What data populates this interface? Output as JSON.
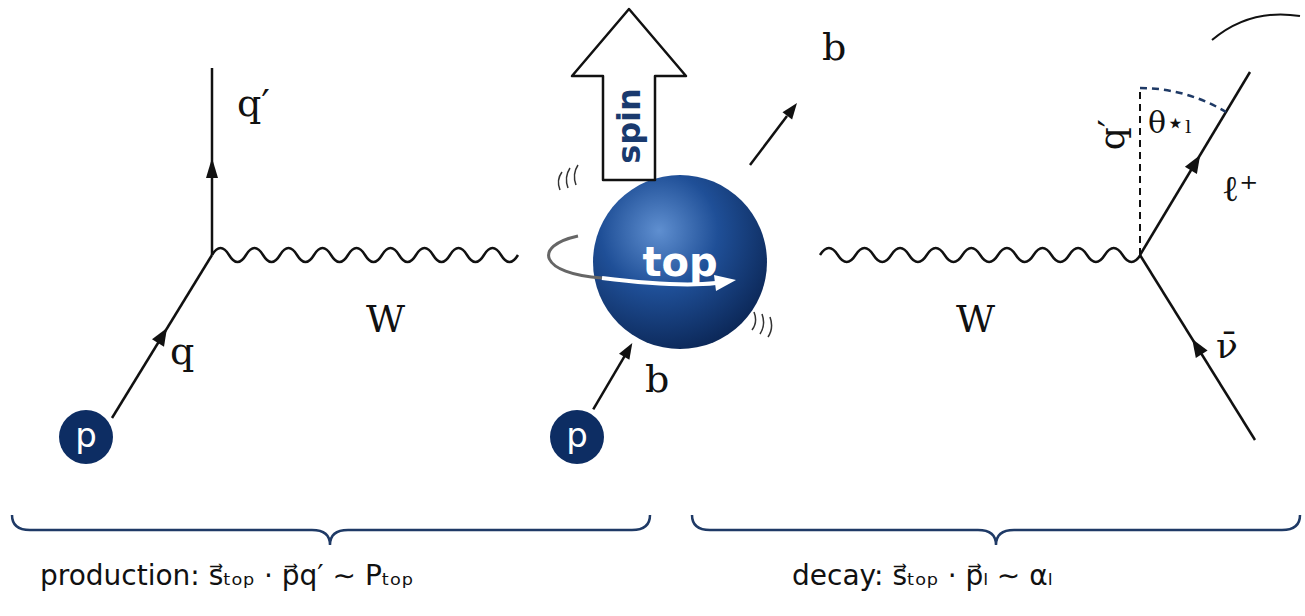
{
  "diagram": {
    "nodes": [
      {
        "text": [
          "spin"
        ]
      },
      {
        "text": [
          "top"
        ]
      },
      {
        "text": [
          "p"
        ]
      },
      {
        "text": [
          "p"
        ]
      }
    ],
    "edges": [
      {
        "from": 3,
        "to": 1,
        "arrow": "to"
      }
    ],
    "labels": [
      "q′",
      "q",
      "W",
      "b",
      "b",
      "W",
      "q′",
      "θ⋆ₗ",
      "ℓ⁺",
      "ν̄",
      "production: s⃗ₜₒₚ · p⃗q′ ∼ Pₜₒₚ",
      "decay: s⃗ₜₒₚ · p⃗ₗ ∼ αₗ"
    ]
  }
}
